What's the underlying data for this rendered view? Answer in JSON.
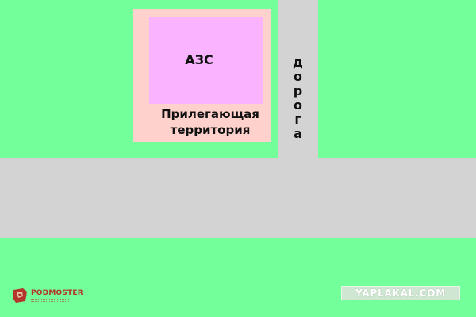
{
  "diagram": {
    "station_label": "АЗС",
    "territory_label_line1": "Прилегающая",
    "territory_label_line2": "территория",
    "road_label_letters": [
      "д",
      "о",
      "р",
      "о",
      "г",
      "а"
    ]
  },
  "watermarks": {
    "left_logo": "PODMOSTER",
    "right_logo": "YAPLAKAL.COM"
  },
  "colors": {
    "grass": "#73ff99",
    "road": "#d3d3d3",
    "territory": "#ffd1cc",
    "station": "#f9b3ff"
  }
}
